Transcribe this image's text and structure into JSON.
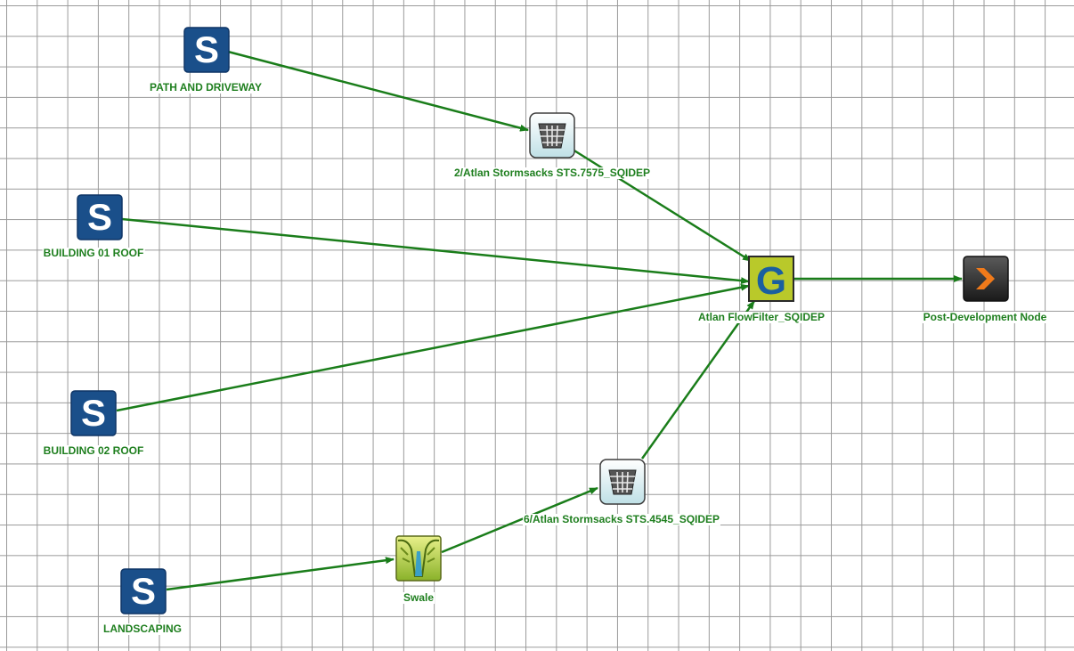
{
  "colors": {
    "link": "#1a7d1a",
    "label": "#1f7f1f",
    "source_node": "#1a4f8a",
    "generic_treatment": "#b9c92a",
    "grid": "#9a9a9a"
  },
  "nodes": {
    "path_driveway": {
      "label": "PATH AND DRIVEWAY",
      "icon": "source-s-icon"
    },
    "building01": {
      "label": "BUILDING 01 ROOF",
      "icon": "source-s-icon"
    },
    "building02": {
      "label": "BUILDING 02 ROOF",
      "icon": "source-s-icon"
    },
    "landscaping": {
      "label": "LANDSCAPING",
      "icon": "source-s-icon"
    },
    "stormsack_7575": {
      "label": "2/Atlan Stormsacks STS.7575_SQIDEP",
      "icon": "gpt-basket-icon"
    },
    "stormsack_4545": {
      "label": "6/Atlan Stormsacks STS.4545_SQIDEP",
      "icon": "gpt-basket-icon"
    },
    "swale": {
      "label": "Swale",
      "icon": "swale-icon"
    },
    "flowfilter": {
      "label": "Atlan FlowFilter_SQIDEP",
      "icon": "generic-treatment-g-icon"
    },
    "post_dev": {
      "label": "Post-Development Node",
      "icon": "receiving-node-icon"
    }
  },
  "links": [
    {
      "from": "path_driveway",
      "to": "stormsack_7575"
    },
    {
      "from": "stormsack_7575",
      "to": "flowfilter"
    },
    {
      "from": "building01",
      "to": "flowfilter"
    },
    {
      "from": "building02",
      "to": "flowfilter"
    },
    {
      "from": "landscaping",
      "to": "swale"
    },
    {
      "from": "swale",
      "to": "stormsack_4545"
    },
    {
      "from": "stormsack_4545",
      "to": "flowfilter"
    },
    {
      "from": "flowfilter",
      "to": "post_dev"
    }
  ]
}
